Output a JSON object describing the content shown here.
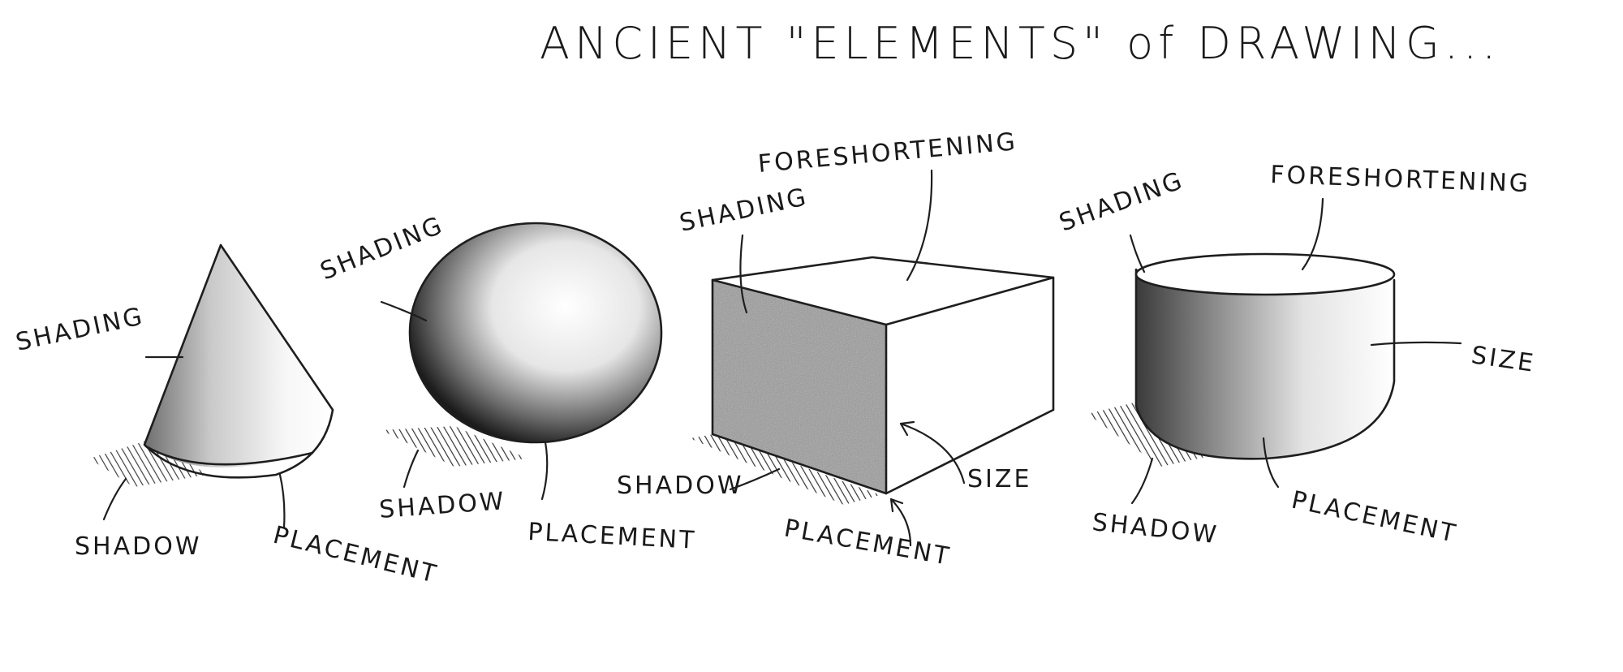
{
  "title": "ANCIENT \"ELEMENTS\" of DRAWING...",
  "figures": [
    {
      "shape": "cone",
      "labels": {
        "shading": "SHADING",
        "shadow": "SHADOW",
        "placement": "PLACEMENT"
      }
    },
    {
      "shape": "sphere",
      "labels": {
        "shading": "SHADING",
        "shadow": "SHADOW",
        "placement": "PLACEMENT"
      }
    },
    {
      "shape": "cube",
      "labels": {
        "foreshortening": "FORESHORTENING",
        "shading": "SHADING",
        "shadow": "SHADOW",
        "size": "SIZE",
        "placement": "PLACEMENT"
      }
    },
    {
      "shape": "cylinder",
      "labels": {
        "shading": "SHADING",
        "foreshortening": "FORESHORTENING",
        "size": "SIZE",
        "shadow": "SHADOW",
        "placement": "PLACEMENT"
      }
    }
  ],
  "colors": {
    "ink": "#1e1e1e",
    "paper": "#ffffff"
  }
}
